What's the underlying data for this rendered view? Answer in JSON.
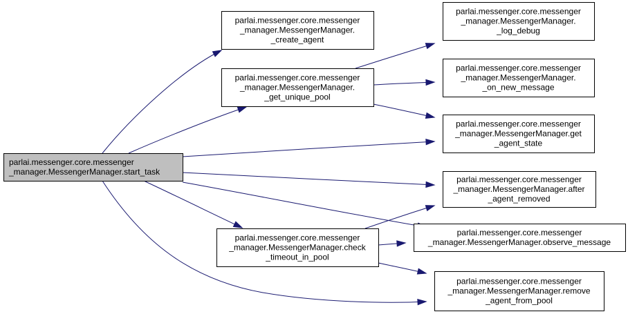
{
  "graph": {
    "nodes": [
      {
        "id": "start_task",
        "lines": [
          "parlai.messenger.core.messenger",
          "_manager.MessengerManager.start_task"
        ],
        "align": "left",
        "root": true
      },
      {
        "id": "create_agent",
        "lines": [
          "parlai.messenger.core.messenger",
          "_manager.MessengerManager.",
          "_create_agent"
        ],
        "align": "center"
      },
      {
        "id": "get_unique_pool",
        "lines": [
          "parlai.messenger.core.messenger",
          "_manager.MessengerManager.",
          "_get_unique_pool"
        ],
        "align": "center"
      },
      {
        "id": "check_timeout_in_pool",
        "lines": [
          "parlai.messenger.core.messenger",
          "_manager.MessengerManager.check",
          "_timeout_in_pool"
        ],
        "align": "center"
      },
      {
        "id": "log_debug",
        "lines": [
          "parlai.messenger.core.messenger",
          "_manager.MessengerManager.",
          "_log_debug"
        ],
        "align": "center"
      },
      {
        "id": "on_new_message",
        "lines": [
          "parlai.messenger.core.messenger",
          "_manager.MessengerManager.",
          "_on_new_message"
        ],
        "align": "center"
      },
      {
        "id": "get_agent_state",
        "lines": [
          "parlai.messenger.core.messenger",
          "_manager.MessengerManager.get",
          "_agent_state"
        ],
        "align": "center"
      },
      {
        "id": "after_agent_removed",
        "lines": [
          "parlai.messenger.core.messenger",
          "_manager.MessengerManager.after",
          "_agent_removed"
        ],
        "align": "center"
      },
      {
        "id": "observe_message",
        "lines": [
          "parlai.messenger.core.messenger",
          "_manager.MessengerManager.observe_message"
        ],
        "align": "center"
      },
      {
        "id": "remove_agent_from_pool",
        "lines": [
          "parlai.messenger.core.messenger",
          "_manager.MessengerManager.remove",
          "_agent_from_pool"
        ],
        "align": "center"
      }
    ],
    "edges": [
      {
        "from": "start_task",
        "to": "create_agent"
      },
      {
        "from": "start_task",
        "to": "get_unique_pool"
      },
      {
        "from": "start_task",
        "to": "get_agent_state"
      },
      {
        "from": "start_task",
        "to": "after_agent_removed"
      },
      {
        "from": "start_task",
        "to": "observe_message"
      },
      {
        "from": "start_task",
        "to": "check_timeout_in_pool"
      },
      {
        "from": "start_task",
        "to": "remove_agent_from_pool"
      },
      {
        "from": "get_unique_pool",
        "to": "log_debug"
      },
      {
        "from": "get_unique_pool",
        "to": "on_new_message"
      },
      {
        "from": "get_unique_pool",
        "to": "get_agent_state"
      },
      {
        "from": "check_timeout_in_pool",
        "to": "after_agent_removed"
      },
      {
        "from": "check_timeout_in_pool",
        "to": "observe_message"
      },
      {
        "from": "check_timeout_in_pool",
        "to": "remove_agent_from_pool"
      }
    ],
    "colors": {
      "edge": "#191970",
      "root_fill": "#bfbfbf",
      "node_fill": "#ffffff",
      "border": "#000000"
    }
  }
}
